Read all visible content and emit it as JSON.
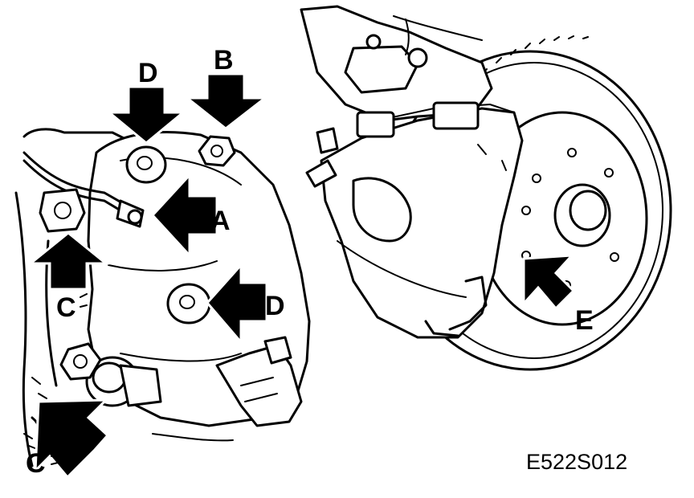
{
  "figure_code": "E522S012",
  "labels": {
    "a": "A",
    "b": "B",
    "c_upper": "C",
    "c_lower": "C",
    "d_upper": "D",
    "d_lower": "D",
    "e": "E"
  }
}
